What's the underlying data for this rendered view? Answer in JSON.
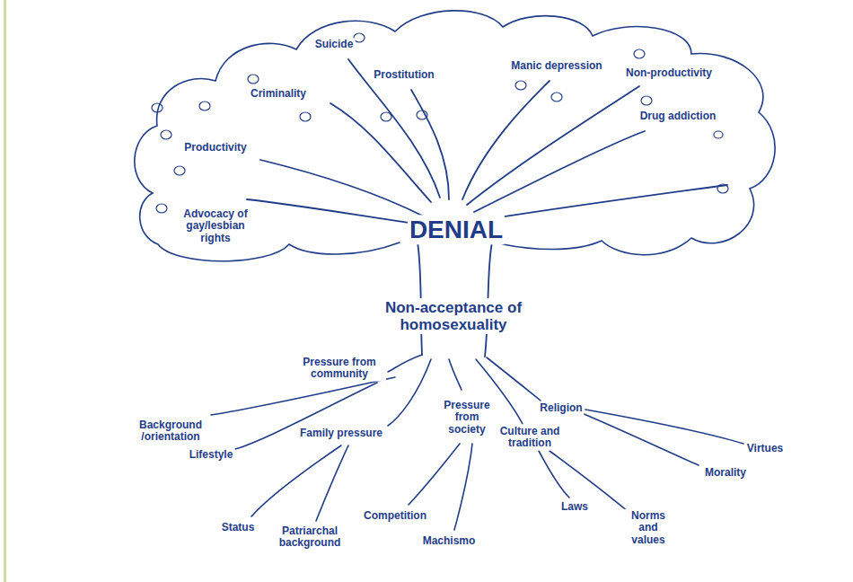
{
  "diagram": {
    "labels": [
      "Suicide",
      "Prostitution",
      "Manic depression",
      "Non-productivity",
      "Criminality",
      "Drug addiction",
      "Productivity",
      "Advocacy of gay/lesbian rights",
      "DENIAL",
      "Non-acceptance of homosexuality",
      "Pressure from community",
      "Religion",
      "Pressure from society",
      "Culture and tradition",
      "Background /orientation",
      "Family pressure",
      "Virtues",
      "Lifestyle",
      "Morality",
      "Competition",
      "Laws",
      "Status",
      "Patriarchal background",
      "Machismo",
      "Norms and values"
    ]
  }
}
